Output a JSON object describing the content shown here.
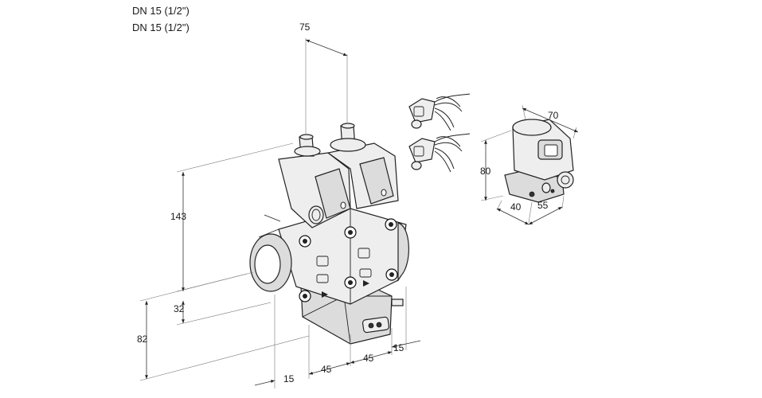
{
  "title_lines": [
    "DN 15 (1/2\")",
    "DN 15 (1/2\")"
  ],
  "dimensions": {
    "width_top": "75",
    "height_total": "143",
    "height_mid": "32",
    "height_low": "82",
    "bottom_15_left": "15",
    "bottom_45_a": "45",
    "bottom_45_b": "45",
    "bottom_15_right": "15",
    "inset_width": "70",
    "inset_height": "80",
    "inset_40": "40",
    "inset_55": "55"
  }
}
